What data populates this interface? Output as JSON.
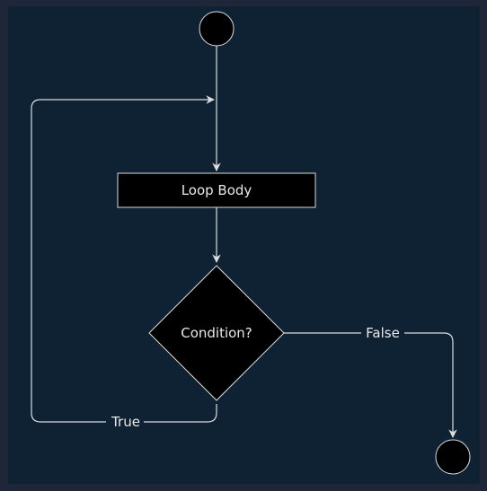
{
  "diagram": {
    "nodes": {
      "loop_body": {
        "label": "Loop Body"
      },
      "condition": {
        "label": "Condition?"
      }
    },
    "edges": {
      "false_label": "False",
      "true_label": "True"
    },
    "colors": {
      "background": "#0f2234",
      "frame": "#1f2638",
      "node_fill": "#000000",
      "stroke": "#dcdcdc",
      "text": "#e8e8e8"
    }
  }
}
